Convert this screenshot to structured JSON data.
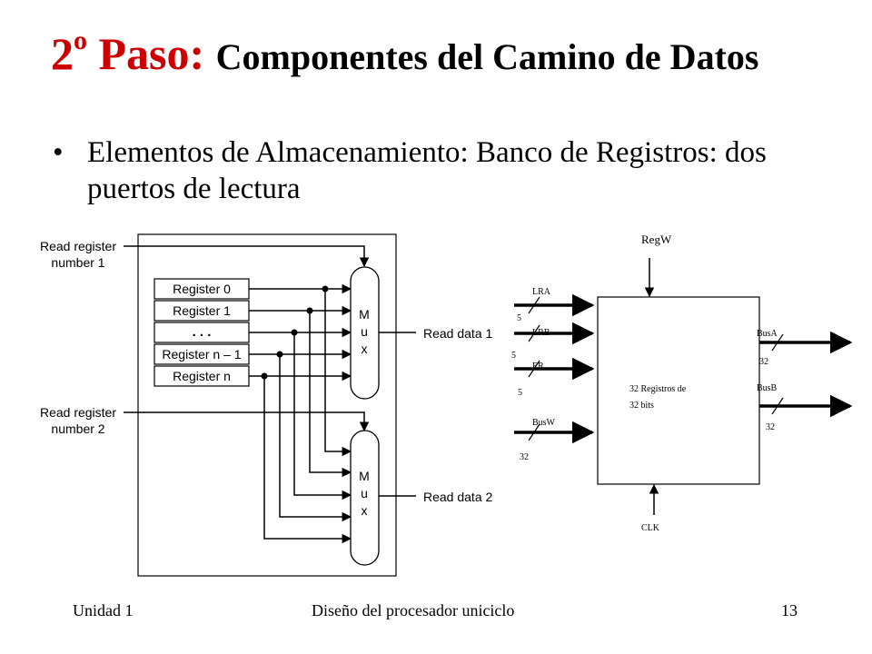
{
  "title": {
    "number": "2",
    "ordinal": "o",
    "word": "Paso:",
    "subtitle": "Componentes del Camino de Datos"
  },
  "bullet": {
    "text": "Elementos de Almacenamiento: Banco de Registros: dos puertos de lectura"
  },
  "left_diagram": {
    "read_register_1": [
      "Read register",
      "number 1"
    ],
    "read_register_2": [
      "Read register",
      "number 2"
    ],
    "registers": [
      "Register 0",
      "Register 1",
      ". . .",
      "Register n – 1",
      "Register n"
    ],
    "mux_letters": [
      "M",
      "u",
      "x"
    ],
    "read_data_1": "Read data 1",
    "read_data_2": "Read data 2"
  },
  "right_diagram": {
    "regw": "RegW",
    "clk": "CLK",
    "box_text": [
      "32 Registros de",
      "32 bits"
    ],
    "inputs": [
      {
        "label": "LRA",
        "width": "5"
      },
      {
        "label": "LRB",
        "width": "5"
      },
      {
        "label": "ER",
        "width": "5"
      },
      {
        "label": "BusW",
        "width": "32"
      }
    ],
    "outputs": [
      {
        "label": "BusA",
        "width": "32"
      },
      {
        "label": "BusB",
        "width": "32"
      }
    ]
  },
  "footer": {
    "left": "Unidad 1",
    "center": "Diseño del procesador uniciclo",
    "page": "13"
  }
}
